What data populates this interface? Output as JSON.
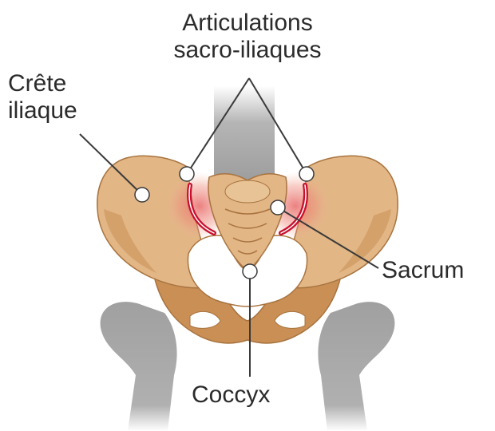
{
  "labels": {
    "sacroiliac_line1": "Articulations",
    "sacroiliac_line2": "sacro-iliaques",
    "iliac_crest_line1": "Crête",
    "iliac_crest_line2": "iliaque",
    "sacrum": "Sacrum",
    "coccyx": "Coccyx"
  },
  "colors": {
    "bone": "#e2b685",
    "bone_shadow": "#c98f55",
    "bone_outline": "#a8733f",
    "spine_and_femur": "#9a9a9a",
    "joint_highlight": "#c8102e",
    "inflammation_glow": "#e86a6a",
    "leader_line": "#3a3a3a"
  }
}
